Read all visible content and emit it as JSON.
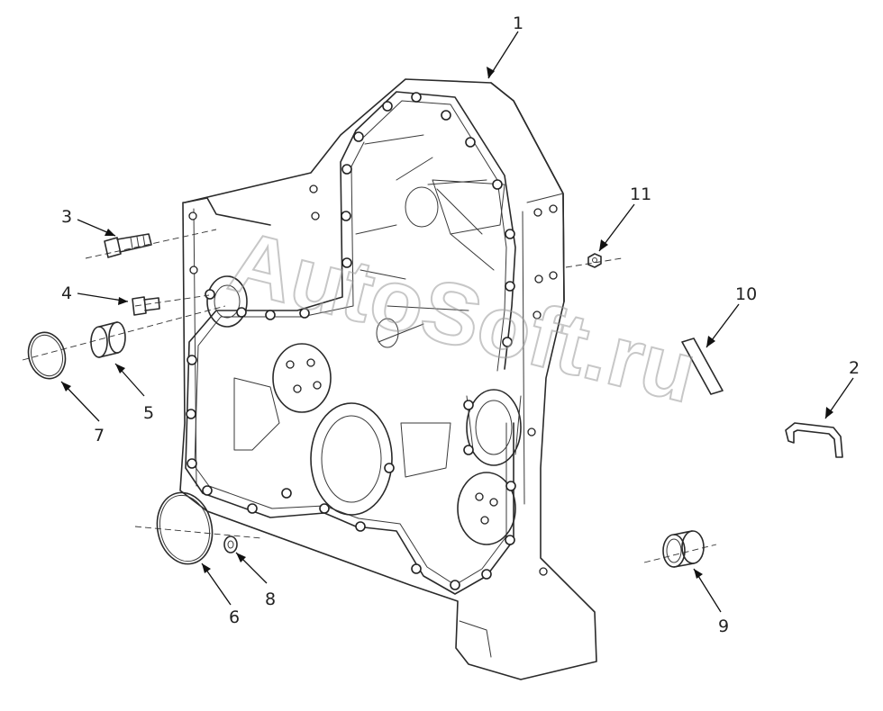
{
  "watermark": "AutoSoft.ru",
  "callouts": [
    {
      "id": "1",
      "text": "1"
    },
    {
      "id": "2",
      "text": "2"
    },
    {
      "id": "3",
      "text": "3"
    },
    {
      "id": "4",
      "text": "4"
    },
    {
      "id": "5",
      "text": "5"
    },
    {
      "id": "6",
      "text": "6"
    },
    {
      "id": "7",
      "text": "7"
    },
    {
      "id": "8",
      "text": "8"
    },
    {
      "id": "9",
      "text": "9"
    },
    {
      "id": "10",
      "text": "10"
    },
    {
      "id": "11",
      "text": "11"
    }
  ]
}
